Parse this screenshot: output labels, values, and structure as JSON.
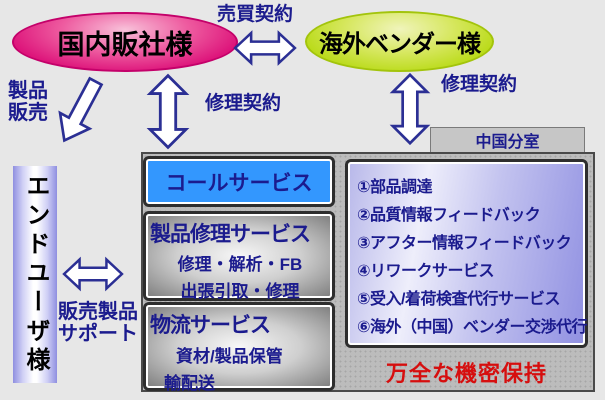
{
  "colors": {
    "background": "#e7e7e7",
    "navy_text": "#1b1b8e",
    "pink_node": "#dc0f78",
    "green_node": "#b6d90f",
    "blue_box": "#3397fe",
    "red_text": "#d60e0e",
    "arrow_outline": "#2b2f94"
  },
  "nodes": {
    "domestic_distributor": "国内販社様",
    "overseas_vendor": "海外ベンダー様",
    "end_user": "エンドユーザ様"
  },
  "labels": {
    "trade_contract": "売買契約",
    "repair_contract_left": "修理契約",
    "repair_contract_right": "修理契約",
    "product_sales_line1": "製品",
    "product_sales_line2": "販売",
    "sales_support_line1": "販売製品",
    "sales_support_line2": "サポート"
  },
  "services": {
    "call_service": "コールサービス",
    "repair": {
      "title": "製品修理サービス",
      "lines": [
        "修理・解析・FB",
        "出張引取・修理"
      ]
    },
    "logistics": {
      "title": "物流サービス",
      "lines": [
        "資材/製品保管",
        "輸配送"
      ]
    }
  },
  "china_branch": {
    "tab": "中国分室",
    "items": [
      "①部品調達",
      "②品質情報フィードバック",
      "③アフター情報フィードバック",
      "④リワークサービス",
      "⑤受入/着荷検査代行サービス",
      "⑥海外（中国）ベンダー交渉代行"
    ],
    "footer": "万全な機密保持"
  }
}
